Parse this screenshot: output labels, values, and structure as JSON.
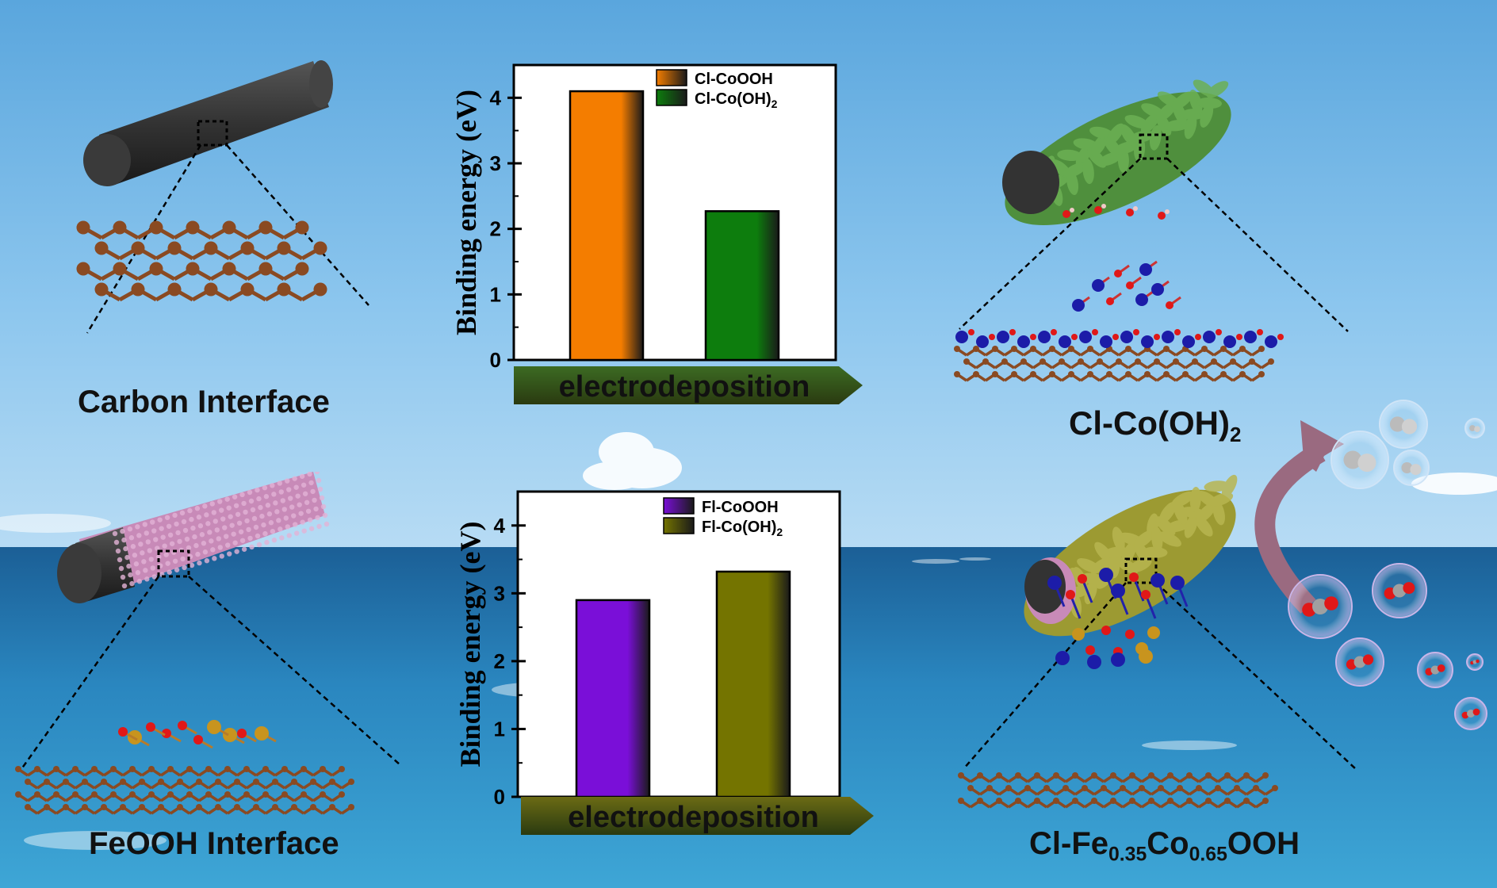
{
  "panels": {
    "carbon": {
      "caption": "Carbon Interface"
    },
    "feooh": {
      "caption": "FeOOH Interface"
    },
    "cl_cooh2": {
      "caption_main": "Cl-Co(OH)",
      "caption_sub": "2"
    },
    "cl_fecooh": {
      "caption_parts": [
        "Cl-Fe",
        "0.35",
        "Co",
        "0.65",
        "OOH"
      ]
    }
  },
  "colors": {
    "carbon_atom": "#8a4a22",
    "cobalt_atom": "#1c1ca8",
    "oxygen_atom": "#e01818",
    "iron_atom": "#c8941e",
    "green_nanosheet": "#4f8f3d",
    "olive_nanosheet": "#9c9a32",
    "pink_coating": "#c88ab8"
  },
  "chart_data": [
    {
      "type": "bar",
      "ylabel": "Binding energy (eV)",
      "ylim": [
        0,
        4.5
      ],
      "yticks": [
        "0",
        "1",
        "2",
        "3",
        "4"
      ],
      "categories": [
        "Cl-CoOOH",
        "Cl-Co(OH)2"
      ],
      "values": [
        4.1,
        2.27
      ],
      "colors": [
        "#f47d00",
        "#0d7d0d"
      ],
      "legend": [
        {
          "main": "Cl-CoOOH",
          "sub": ""
        },
        {
          "main": "Cl-Co(OH)",
          "sub": "2"
        }
      ],
      "arrow_label": "electrodeposition",
      "arrow_color": "#3c6b23"
    },
    {
      "type": "bar",
      "ylabel": "Binding energy (eV)",
      "ylim": [
        0,
        4.5
      ],
      "yticks": [
        "0",
        "1",
        "2",
        "3",
        "4"
      ],
      "categories": [
        "Fl-CoOOH",
        "Fl-Co(OH)2"
      ],
      "values": [
        2.9,
        3.32
      ],
      "colors": [
        "#7a0fd8",
        "#747400"
      ],
      "legend": [
        {
          "main": "Fl-CoOOH",
          "sub": ""
        },
        {
          "main": "Fl-Co(OH)",
          "sub": "2"
        }
      ],
      "arrow_label": "electrodeposition",
      "arrow_color": "#6b6b14"
    }
  ]
}
